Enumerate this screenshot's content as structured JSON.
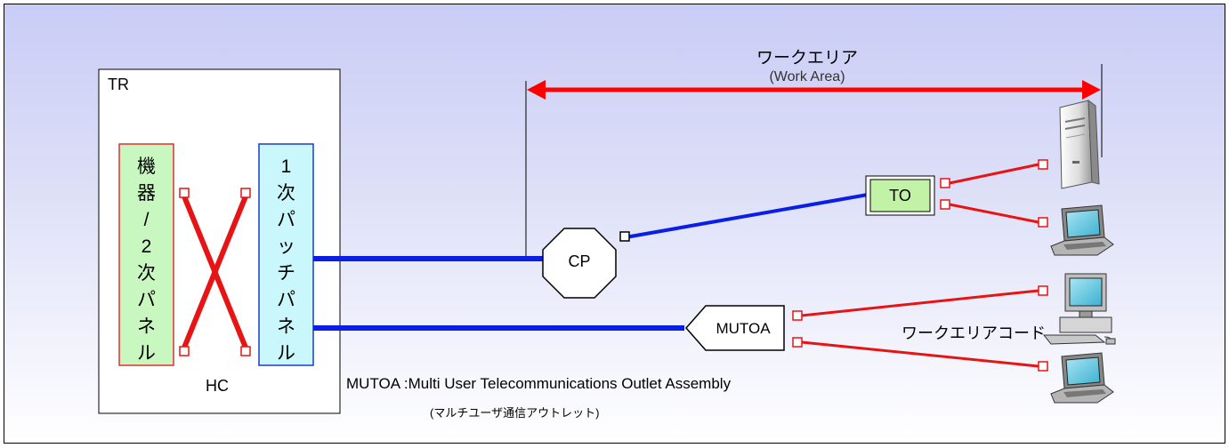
{
  "diagram": {
    "tr_label": "TR",
    "hc_label": "HC",
    "equipment_panel_chars": [
      "機",
      "器",
      "/",
      "2",
      "次",
      "パ",
      "ネ",
      "ル"
    ],
    "patch_panel_chars": [
      "1",
      "次",
      "パ",
      "ッ",
      "チ",
      "パ",
      "ネ",
      "ル"
    ],
    "work_area_title": "ワークエリア",
    "work_area_subtitle": "(Work Area)",
    "cp_label": "CP",
    "to_label": "TO",
    "mutoa_label": "MUTOA",
    "work_area_cord_label": "ワークエリアコード",
    "mutoa_definition": "MUTOA :Multi User Telecommunications Outlet Assembly",
    "mutoa_definition_ja": "(マルチユーザ通信アウトレット)",
    "icons": {
      "server": "tower-server-icon",
      "laptop": "laptop-icon",
      "desktop": "desktop-computer-icon"
    },
    "colors": {
      "horizontal_cable": "#0a1ee6",
      "patch_cord": "#e61414",
      "work_area_arrow": "#ff0000",
      "equipment_panel_fill": "#c9f7c0",
      "patch_panel_fill": "#c9f7fb",
      "to_fill": "#c2f2a6"
    }
  }
}
